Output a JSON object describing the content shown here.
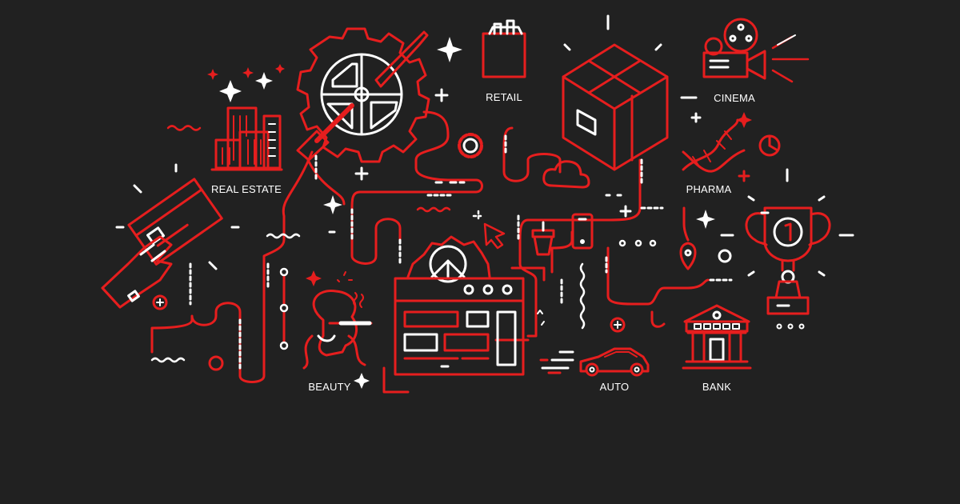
{
  "colors": {
    "background": "#212121",
    "red": "#e61e1e",
    "white": "#ffffff"
  },
  "labels": {
    "real_estate": "REAL ESTATE",
    "retail": "RETAIL",
    "cinema": "CINEMA",
    "pharma": "PHARMA",
    "beauty": "BEAUTY",
    "auto": "AUTO",
    "bank": "BANK"
  }
}
